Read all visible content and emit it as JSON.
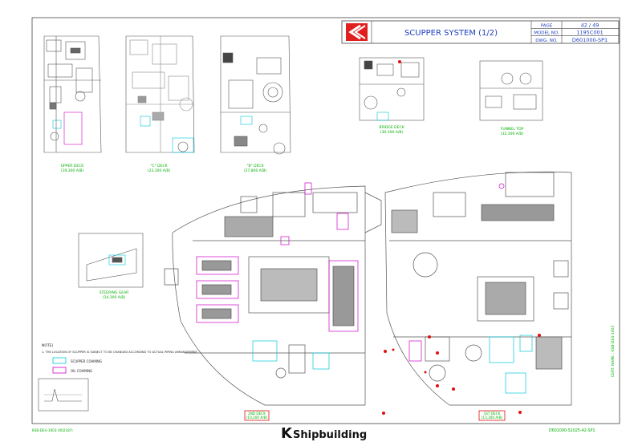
{
  "title_block": {
    "title": "SCUPPER SYSTEM (1/2)",
    "fields": [
      {
        "label": "PAGE",
        "value": "42 / 49"
      },
      {
        "label": "MODEL NO.",
        "value": "1195C001"
      },
      {
        "label": "DWG. NO.",
        "value": "D601000-SP1"
      }
    ]
  },
  "deck_labels": {
    "upper_deck": {
      "name": "UPPER DECK",
      "level": "(19,300 A/B)"
    },
    "c_deck": {
      "name": "\"C\" DECK",
      "level": "(23,300 A/B)"
    },
    "b_deck": {
      "name": "\"B\" DECK",
      "level": "(27,800 A/B)"
    },
    "bridge": {
      "name": "BRIDGE DECK",
      "level": "(30,300 A/B)"
    },
    "funnel": {
      "name": "FUNNEL TOP",
      "level": "(32,300 A/B)"
    },
    "steering": {
      "name": "STEERING GEAR",
      "level": "(14,300 A/B)"
    },
    "second_deck": {
      "name": "2ND DECK",
      "level": "(10,200 A/B)"
    },
    "first_deck": {
      "name": "1ST DECK",
      "level": "(13,300 A/B)"
    }
  },
  "notes": {
    "heading": "NOTE)",
    "text": "1. THE LOCATION OF SCUPPER IS SUBJECT TO BE CHANGED ACCORDING TO ACTUAL PIPING ARRANGEMENT.",
    "legend": [
      {
        "label": "SCUPPER COAMING",
        "color": "#00c8d8"
      },
      {
        "label": "OIL COAMING",
        "color": "#d000c8"
      }
    ]
  },
  "footer": {
    "left_code": "KSB-DE4-1003 (00218?)",
    "logo_k": "K",
    "logo_text": "Shipbuilding",
    "right_code": "D601000-S1025-42-SP1"
  },
  "side_note": "CERT. NAME : KSB-DE4-1003",
  "colors": {
    "line": "#555555",
    "cyan": "#00c8d8",
    "magenta": "#d000c8",
    "green": "#00b000",
    "red": "#e01010",
    "title_blue": "#2040c0"
  }
}
